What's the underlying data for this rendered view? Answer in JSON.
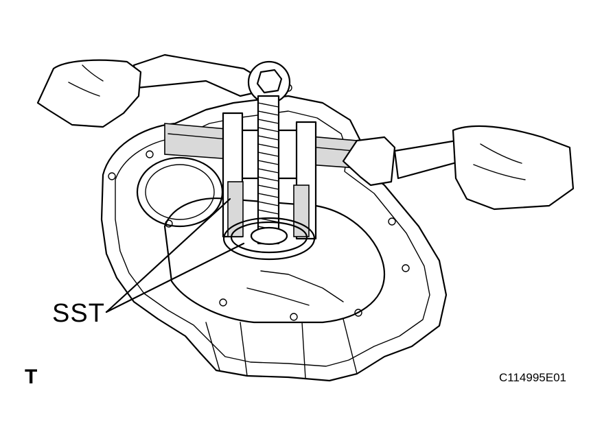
{
  "labels": {
    "tool_callout": "SST",
    "corner_mark": "T",
    "figure_code": "C114995E01"
  },
  "colors": {
    "line": "#000000",
    "background": "#ffffff",
    "tool_shade": "#d9d9d9"
  }
}
